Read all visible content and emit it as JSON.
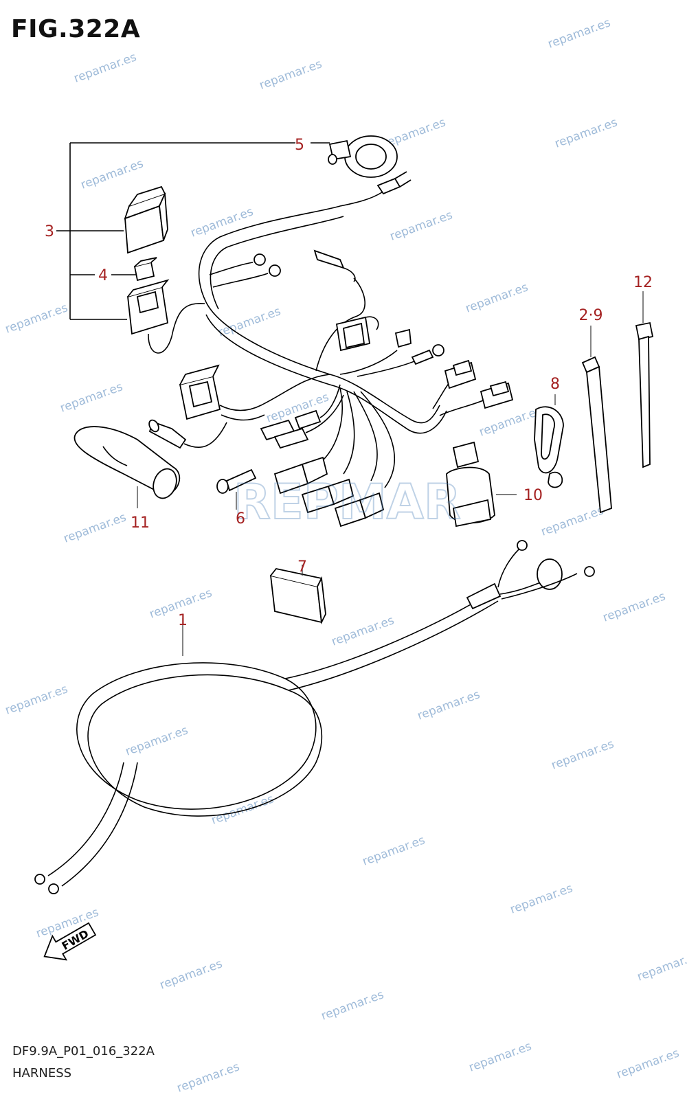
{
  "figure": {
    "title": "FIG.322A",
    "code": "DF9.9A_P01_016_322A",
    "name": "HARNESS"
  },
  "callouts": {
    "c1": "1",
    "c2_9": "2·9",
    "c3": "3",
    "c4": "4",
    "c5": "5",
    "c6": "6",
    "c7": "7",
    "c8": "8",
    "c10": "10",
    "c11": "11",
    "c12": "12"
  },
  "fwd_label": "FWD",
  "logo_text": "REPMAR",
  "watermark_text": "repamar.es",
  "colors": {
    "callout": "#a52222",
    "watermark": "#9fbbd9",
    "line": "#000000"
  }
}
